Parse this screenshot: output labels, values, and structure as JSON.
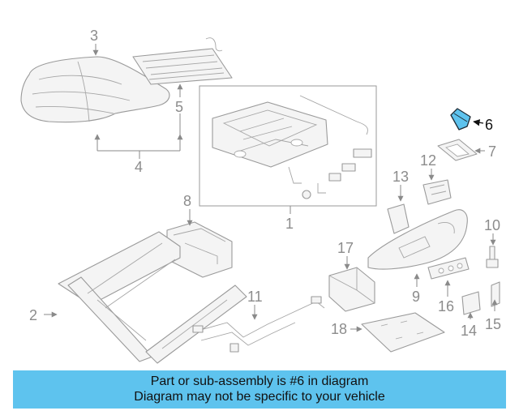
{
  "callouts": {
    "c1": "1",
    "c2": "2",
    "c3": "3",
    "c4": "4",
    "c5": "5",
    "c6": "6",
    "c7": "7",
    "c8": "8",
    "c9": "9",
    "c10": "10",
    "c11": "11",
    "c12": "12",
    "c13": "13",
    "c14": "14",
    "c15": "15",
    "c16": "16",
    "c17": "17",
    "c18": "18"
  },
  "highlight": {
    "part_number": "6",
    "color": "#5ec3ee"
  },
  "banner": {
    "line1": "Part or sub-assembly is #6 in diagram",
    "line2": "Diagram may not be specific to your vehicle",
    "background": "#5ec3ee"
  }
}
